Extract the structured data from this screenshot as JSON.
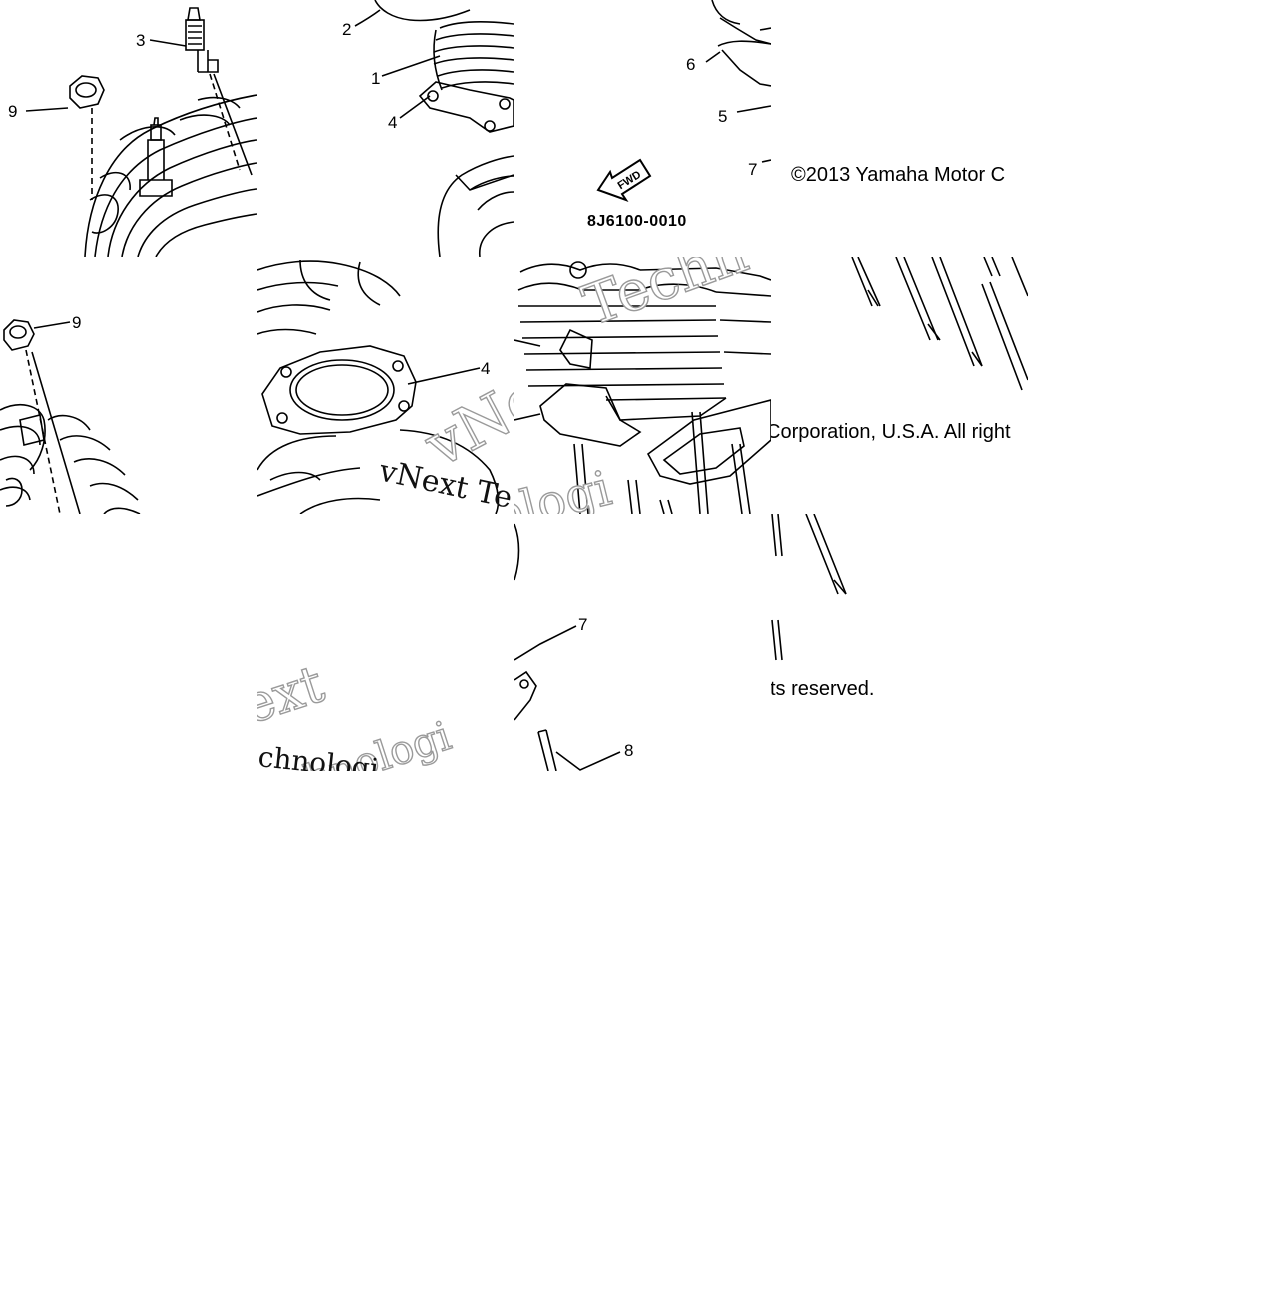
{
  "diagram": {
    "callouts": [
      "1",
      "2",
      "3",
      "4",
      "5",
      "6",
      "7",
      "8",
      "9"
    ],
    "part_code": "8J6100-0010",
    "fwd_label": "FWD",
    "copyright_fragments": {
      "line1": "©2013 Yamaha Motor C",
      "line2": "Corporation, U.S.A. All right",
      "line3": "ts reserved."
    },
    "watermark_fragments": {
      "tech": "Techn",
      "next_te": "vNext Te",
      "vne": "vNe",
      "ologi": "ologi",
      "ext": "ext",
      "chnologi": "chnologi",
      "chnologi_outline": "hnologi"
    }
  }
}
